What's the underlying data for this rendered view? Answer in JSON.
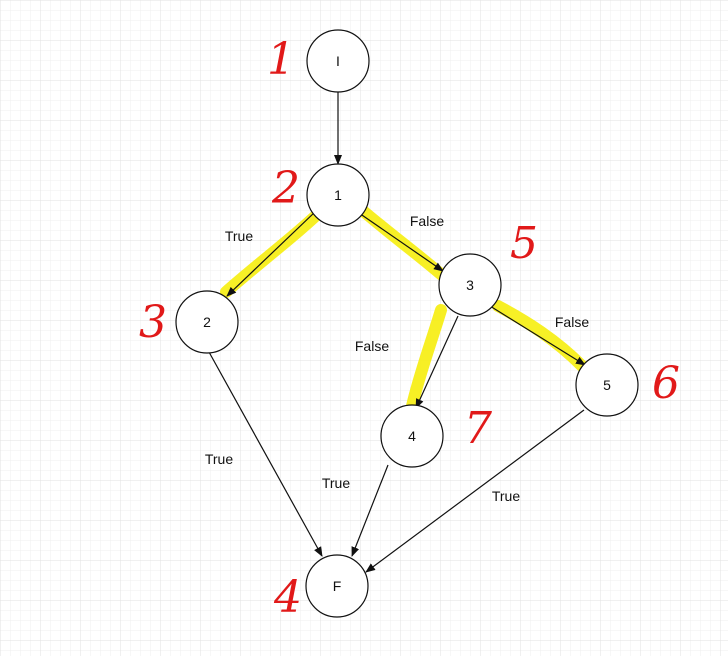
{
  "nodes": {
    "start": "I",
    "n1": "1",
    "n2": "2",
    "n3": "3",
    "n4": "4",
    "n5": "5",
    "final": "F"
  },
  "edge_labels": {
    "n1_n2": "True",
    "n1_n3": "False",
    "n3_n4": "False",
    "n3_n5": "False",
    "n2_final": "True",
    "n4_final": "True",
    "n5_final": "True"
  },
  "annotations": {
    "start": "1",
    "n1": "2",
    "n2": "3",
    "final": "4",
    "n3": "5",
    "n5": "6",
    "n4": "7"
  },
  "colors": {
    "grid": "#e4e4e4",
    "highlight": "#f7ef1a",
    "annotation": "#e11919",
    "stroke": "#111111"
  }
}
